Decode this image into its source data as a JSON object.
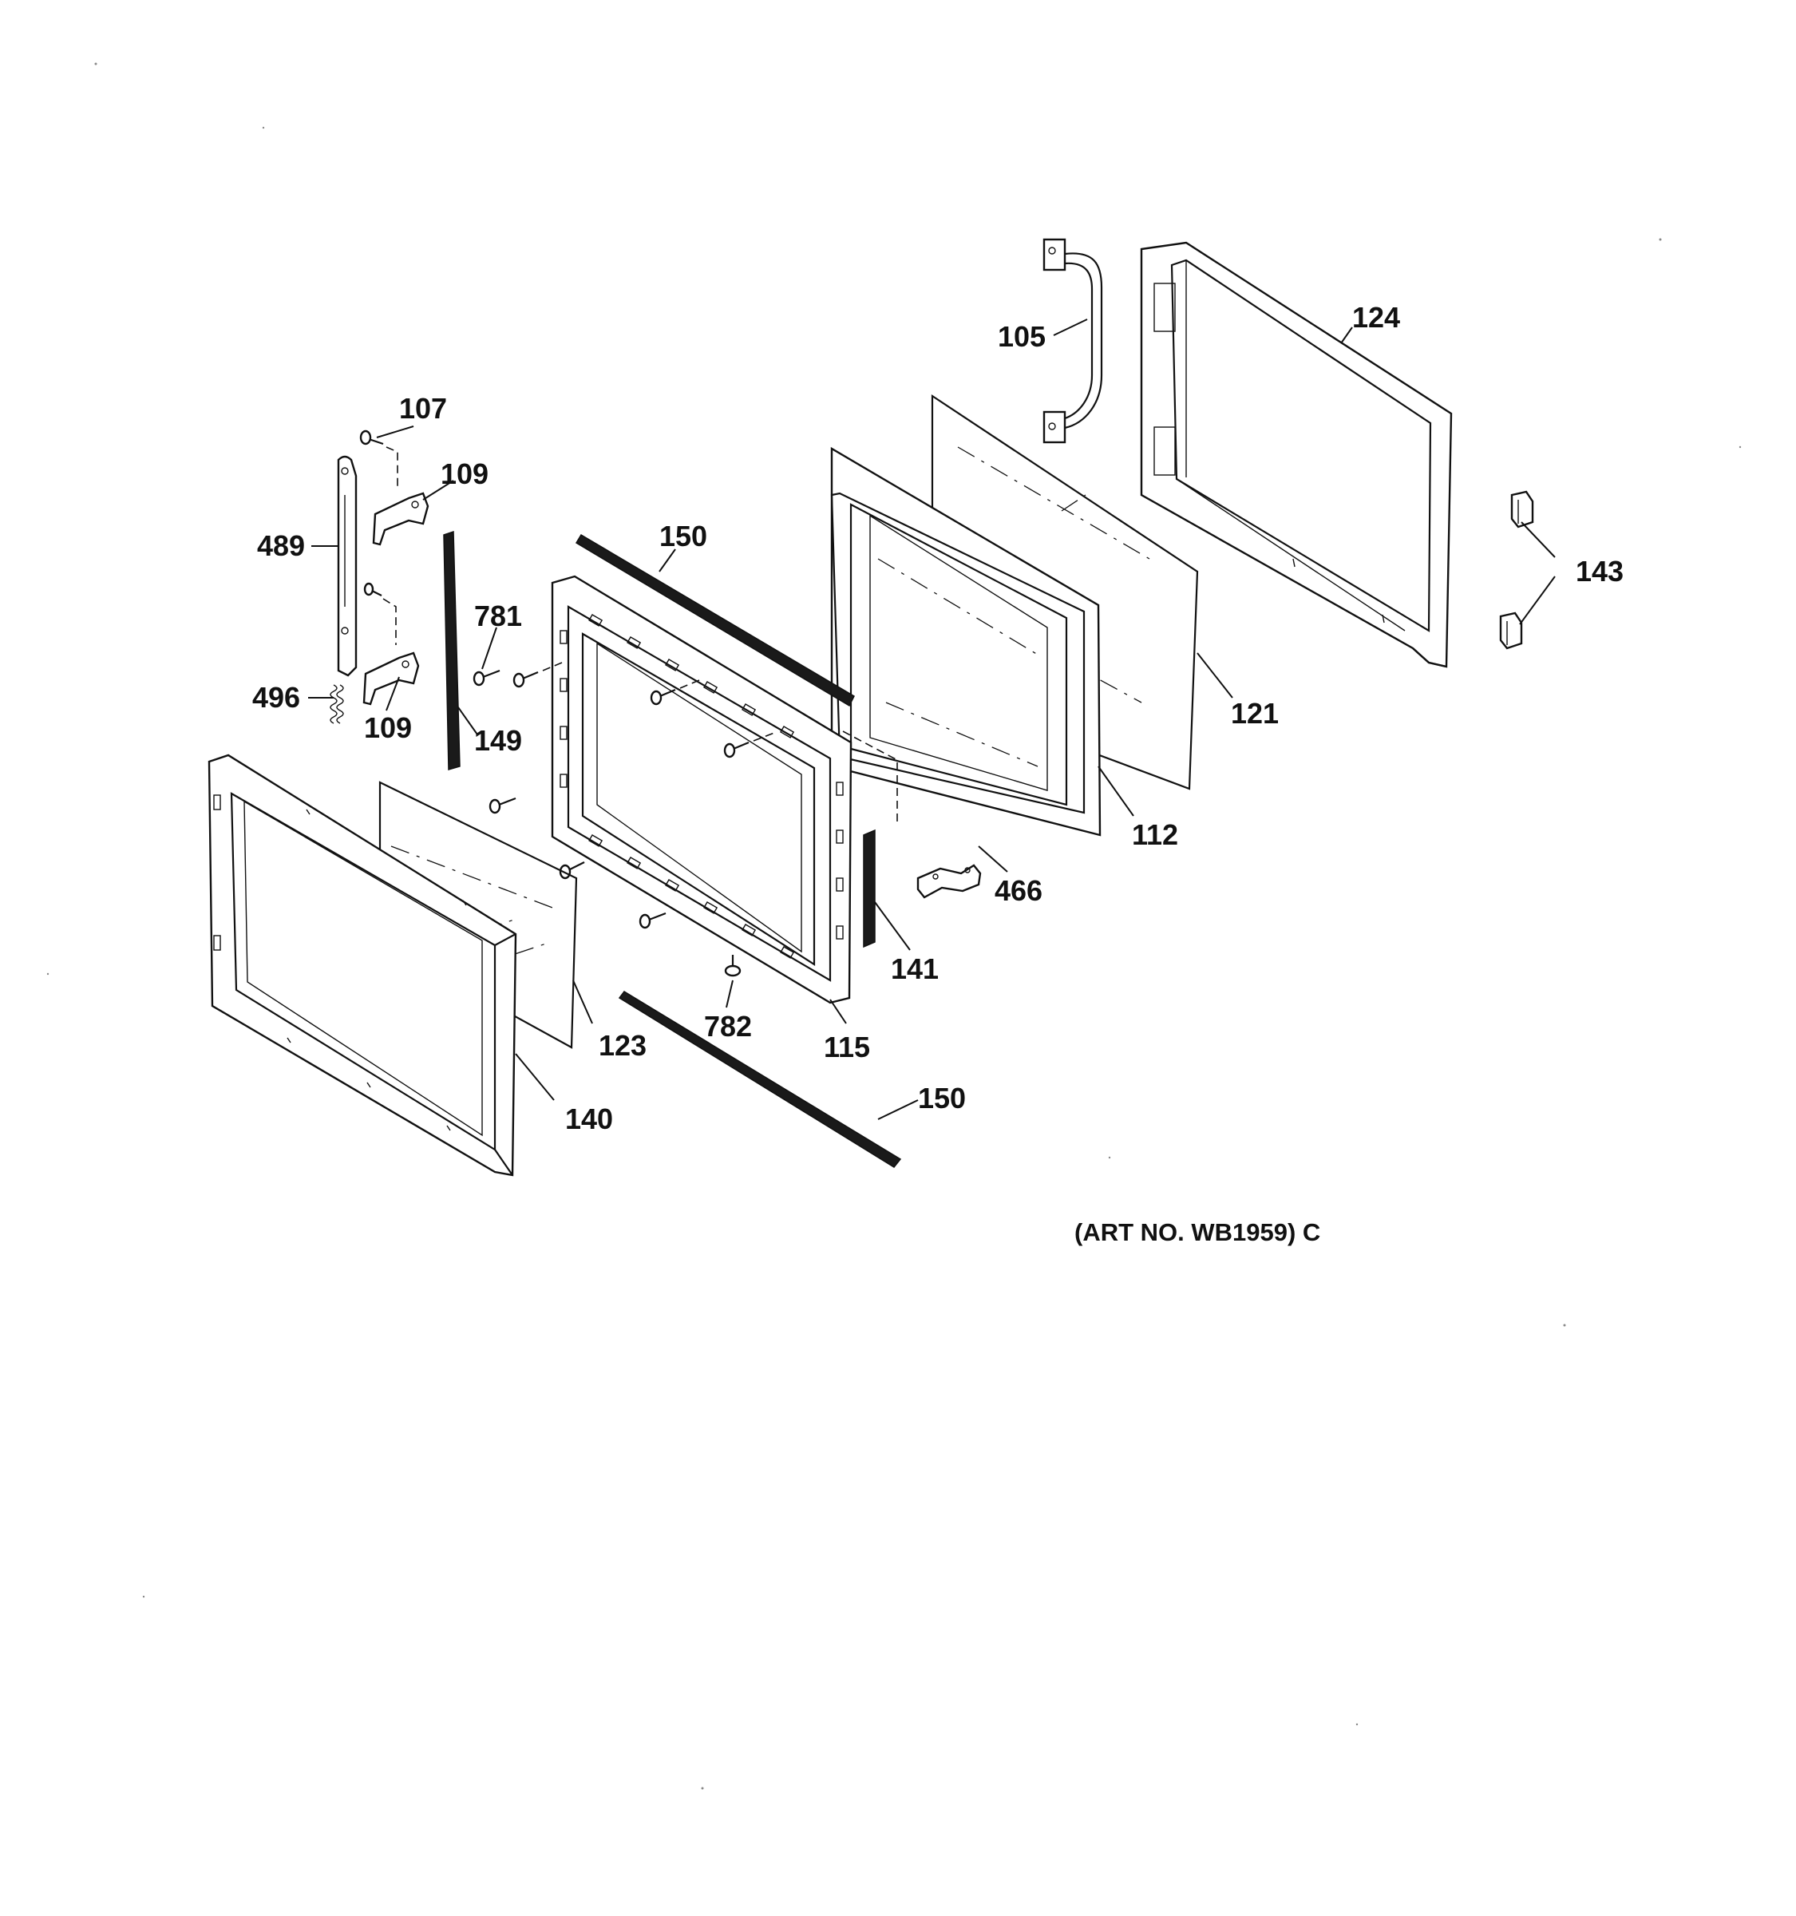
{
  "labels": {
    "p105": "105",
    "p107": "107",
    "p109_top": "109",
    "p109_bottom": "109",
    "p489": "489",
    "p496": "496",
    "p149": "149",
    "p781": "781",
    "p150_top": "150",
    "p150_bottom": "150",
    "p124": "124",
    "p143": "143",
    "p121": "121",
    "p112": "112",
    "p466": "466",
    "p141": "141",
    "p115": "115",
    "p782": "782",
    "p123": "123",
    "p140": "140"
  },
  "art_note": "(ART NO. WB1959) C",
  "colors": {
    "ink": "#111111",
    "paper": "#ffffff",
    "gasket": "#1a1a1a"
  }
}
